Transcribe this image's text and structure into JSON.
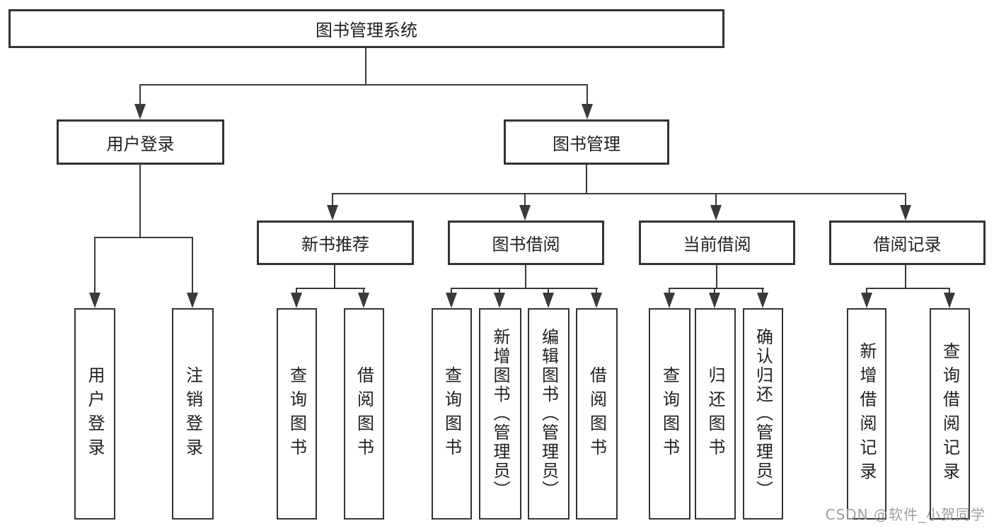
{
  "nodes": {
    "root": "图书管理系统",
    "user_login": "用户登录",
    "book_mgmt": "图书管理",
    "new_book_rec": "新书推荐",
    "book_borrow": "图书借阅",
    "current_borrow": "当前借阅",
    "borrow_records": "借阅记录",
    "leaf_user_login": "用户登录",
    "leaf_logout": "注销登录",
    "leaf_query_book_rec": "查询图书",
    "leaf_borrow_book_rec": "借阅图书",
    "leaf_query_book_borrow": "查询图书",
    "leaf_add_book": "新增图书（管理员）",
    "leaf_edit_book": "编辑图书（管理员）",
    "leaf_borrow_book_borrow": "借阅图书",
    "leaf_query_book_current": "查询图书",
    "leaf_return_book": "归还图书",
    "leaf_confirm_return": "确认归还（管理员）",
    "leaf_add_borrow_record": "新增借阅记录",
    "leaf_query_borrow_record": "查询借阅记录"
  },
  "watermark": "CSDN @软件_小贺同学",
  "colors": {
    "line": "#3a3a3a",
    "box_border": "#333333",
    "text": "#1f1f1f",
    "background": "#ffffff",
    "watermark": "#9e9e9e"
  }
}
